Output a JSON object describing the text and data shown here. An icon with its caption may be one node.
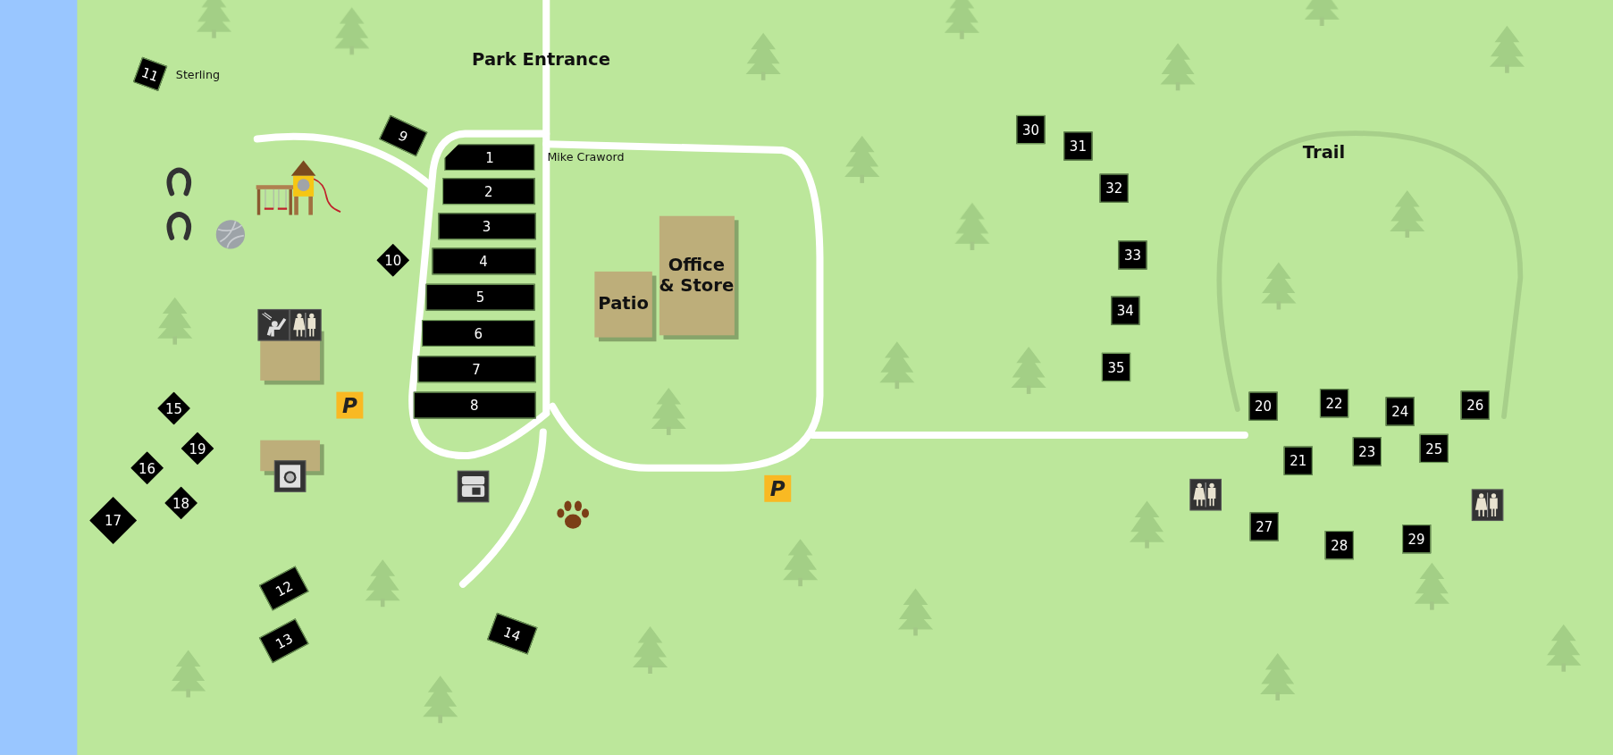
{
  "diagram": {
    "nodes": [
      {
        "text": [
          "1"
        ],
        "beside": [
          "Mike Craword"
        ]
      },
      {
        "text": [
          "2"
        ]
      },
      {
        "text": [
          "3"
        ]
      },
      {
        "text": [
          "4"
        ]
      },
      {
        "text": [
          "5"
        ]
      },
      {
        "text": [
          "6"
        ]
      },
      {
        "text": [
          "7"
        ]
      },
      {
        "text": [
          "8"
        ]
      },
      {
        "text": [
          "9"
        ]
      },
      {
        "text": [
          "10"
        ]
      },
      {
        "text": [
          "11"
        ],
        "beside": [
          "Sterling"
        ]
      },
      {
        "text": [
          "12"
        ]
      },
      {
        "text": [
          "13"
        ]
      },
      {
        "text": [
          "14"
        ]
      },
      {
        "text": [
          "15"
        ]
      },
      {
        "text": [
          "16"
        ]
      },
      {
        "text": [
          "17"
        ]
      },
      {
        "text": [
          "18"
        ]
      },
      {
        "text": [
          "19"
        ]
      },
      {
        "text": [
          "20"
        ]
      },
      {
        "text": [
          "21"
        ]
      },
      {
        "text": [
          "22"
        ]
      },
      {
        "text": [
          "23"
        ]
      },
      {
        "text": [
          "24"
        ]
      },
      {
        "text": [
          "25"
        ]
      },
      {
        "text": [
          "26"
        ]
      },
      {
        "text": [
          "27"
        ]
      },
      {
        "text": [
          "28"
        ]
      },
      {
        "text": [
          "29"
        ]
      },
      {
        "text": [
          "30"
        ]
      },
      {
        "text": [
          "31"
        ]
      },
      {
        "text": [
          "32"
        ]
      },
      {
        "text": [
          "33"
        ]
      },
      {
        "text": [
          "34"
        ]
      },
      {
        "text": [
          "35"
        ]
      },
      {
        "text": [
          "Patio"
        ]
      },
      {
        "text": [
          "Office & Store"
        ]
      },
      {
        "text": [
          "P"
        ]
      },
      {
        "text": [
          "P"
        ]
      }
    ],
    "labels": [
      "Park Entrance",
      "Trail"
    ]
  }
}
